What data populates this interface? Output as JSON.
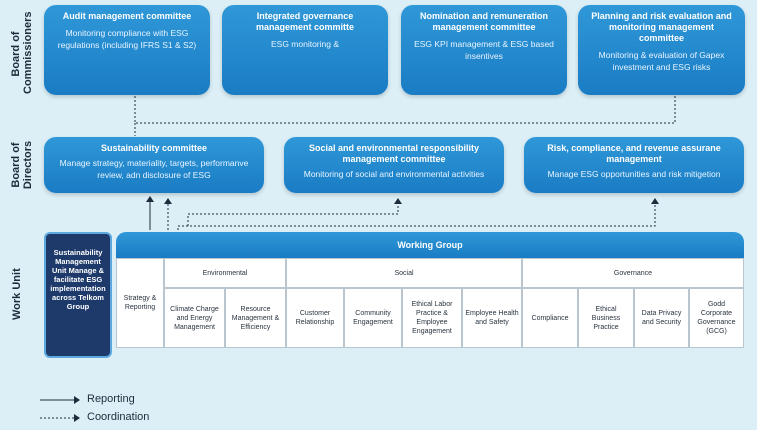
{
  "rows": {
    "board_of_commissioners": "Board of\nCommissioners",
    "board_of_directors": "Board of\nDirectors",
    "work_unit": "Work Unit"
  },
  "commissioners": [
    {
      "title": "Audit management committee",
      "desc": "Monitoring compliance with ESG regulations (including IFRS S1 & S2)"
    },
    {
      "title": "Integrated governance management committe",
      "desc": "ESG monitoring &"
    },
    {
      "title": "Nomination and remuneration management committee",
      "desc": "ESG KPI management & ESG based insentives"
    },
    {
      "title": "Planning and risk evaluation and monitoring management committee",
      "desc": "Monitoring & evaluation of Gapex investment and ESG risks"
    }
  ],
  "directors": [
    {
      "title": "Sustainability committee",
      "desc": "Manage strategy, materiality, targets, performanve review, adn disclosure of ESG"
    },
    {
      "title": "Social and environmental responsibility management committee",
      "desc": "Monitoring of social and environmental activities"
    },
    {
      "title": "Risk, compliance, and revenue assurane management",
      "desc": "Manage ESG opportunities and risk mitigetion"
    }
  ],
  "unit": {
    "text": "Sustainability Management Unit Manage & facilitate ESG implementation across Telkom Group"
  },
  "working_group": {
    "title": "Working Group",
    "groups": [
      "Environmental",
      "Social",
      "Governance"
    ],
    "cells": {
      "strategy": "Strategy & Reporting",
      "climate": "Climate Charge and Energy Management",
      "resource": "Resource Management & Efficiency",
      "customer": "Customer Relationship",
      "community": "Community Engagement",
      "ethical_labor": "Ethical Labor Practice & Employee Engagement",
      "health": "Employee Health and Safety",
      "compliance": "Compliance",
      "ethical_business": "Ethical Business Practice",
      "privacy": "Data Privacy and Security",
      "gcg": "Godd Corporate Governance (GCG)"
    }
  },
  "legend": {
    "reporting": "Reporting",
    "coordination": "Coordination"
  },
  "colors": {
    "box": "#1a7cc4",
    "unit": "#1d3a6b",
    "background": "#dceff7"
  }
}
